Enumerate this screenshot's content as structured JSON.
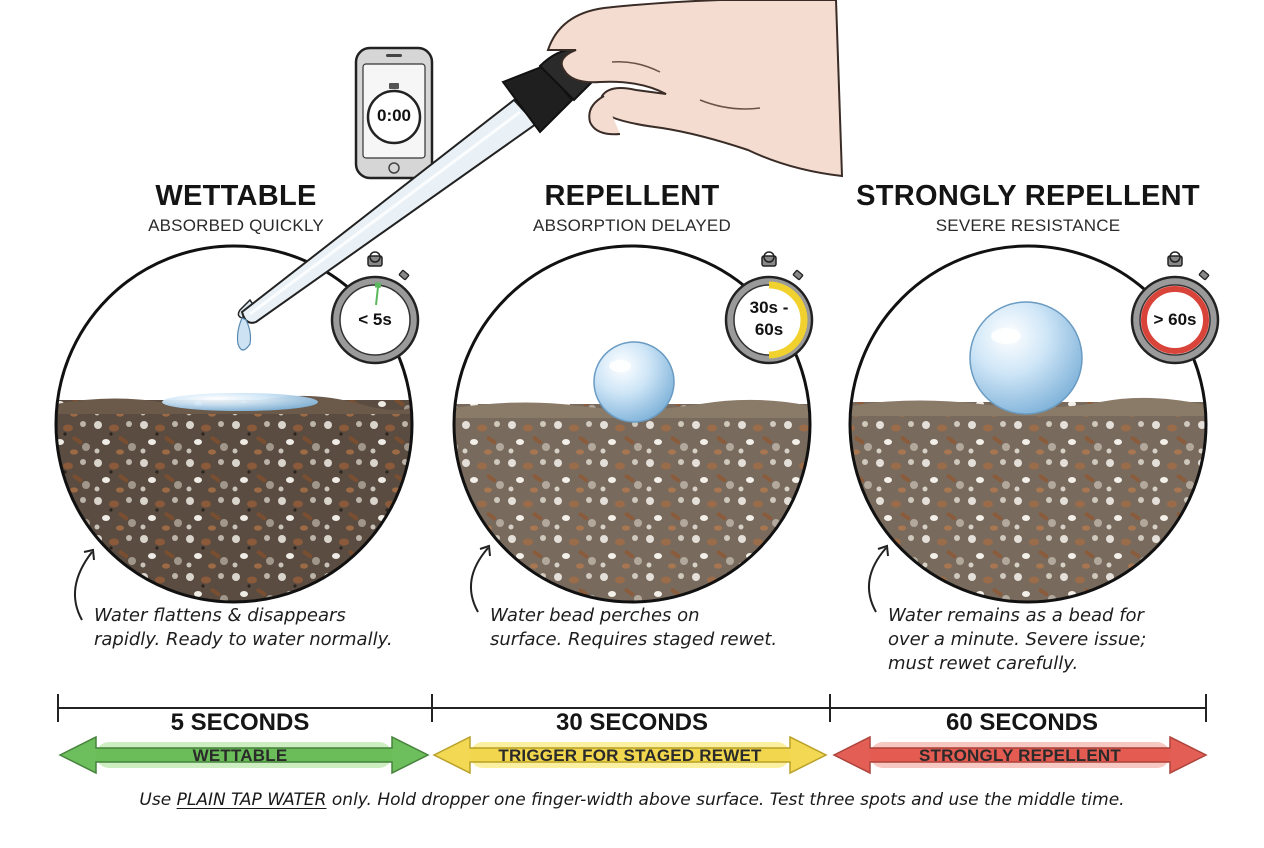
{
  "categories": [
    {
      "title": "WETTABLE",
      "subtitle": "ABSORBED QUICKLY",
      "timer": "< 5s",
      "note_line1": "Water flattens & disappears",
      "note_line2": "rapidly. Ready to water normally.",
      "note_line3": "",
      "accent": "#5cb85c"
    },
    {
      "title": "REPELLENT",
      "subtitle": "ABSORPTION DELAYED",
      "timer_line1": "30s -",
      "timer_line2": "60s",
      "note_line1": "Water bead perches on",
      "note_line2": "surface. Requires staged rewet.",
      "note_line3": "",
      "accent": "#f0d12e"
    },
    {
      "title": "STRONGLY REPELLENT",
      "subtitle": "SEVERE RESISTANCE",
      "timer": "> 60s",
      "note_line1": "Water remains as a bead for",
      "note_line2": "over a minute. Severe issue;",
      "note_line3": "must rewet carefully.",
      "accent": "#d9443a"
    }
  ],
  "phone": {
    "time": "0:00"
  },
  "scale": {
    "ticks": [
      "5 SECONDS",
      "30 SECONDS",
      "60 SECONDS"
    ],
    "bands": [
      {
        "label": "WETTABLE",
        "color": "#66bb55",
        "fill": "#cdeec0"
      },
      {
        "label": "TRIGGER FOR STAGED REWET",
        "color": "#f2d64a",
        "fill": "#fbf0a0"
      },
      {
        "label": "STRONGLY REPELLENT",
        "color": "#e2564c",
        "fill": "#f7c7c2"
      }
    ]
  },
  "footer": {
    "prefix": "Use ",
    "highlight": "PLAIN TAP WATER",
    "suffix": " only. Hold dropper one finger-width above surface. Test three spots and use the middle time."
  }
}
